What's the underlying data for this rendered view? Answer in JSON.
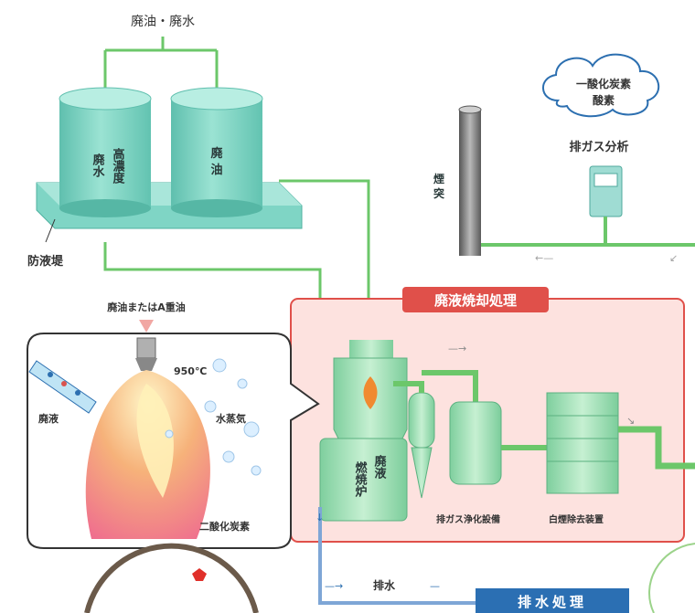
{
  "top_input_label": "廃油・廃水",
  "tanks": {
    "left": [
      "高濃度",
      "廃水"
    ],
    "right": [
      "廃",
      "油"
    ],
    "dike_label": "防液堤"
  },
  "gas_cloud": {
    "line1": "一酸化炭素",
    "line2": "酸素"
  },
  "exhaust_analysis_label": "排ガス分析",
  "chimney_label": [
    "煙",
    "突"
  ],
  "incineration": {
    "title": "廃液焼却処理",
    "incinerator_label": [
      "廃液",
      "燃焼炉"
    ],
    "scrubber_label": "排ガス浄化設備",
    "desulfurizer_label": "白煙除去装置"
  },
  "burner_inset": {
    "fuel_label": "廃油またはA重油",
    "temperature": "950℃",
    "waste_liquid": "廃液",
    "steam": "水蒸気",
    "co2": "二酸化炭素"
  },
  "drain_label": "排水",
  "wastewater_treatment_label": "排水処理",
  "colors": {
    "tank": "#84d8c8",
    "tank_dark": "#5fbfae",
    "pipe": "#6cc76a",
    "pipe_blue": "#7ea6d6",
    "panel_fill": "#fde2df",
    "panel_border": "#e0504a",
    "title_bg": "#e0504a",
    "treat_bg": "#2b6fb3"
  },
  "icons": [
    "arrow-down-icon",
    "flame-icon",
    "cloud-icon",
    "analyzer-icon"
  ]
}
